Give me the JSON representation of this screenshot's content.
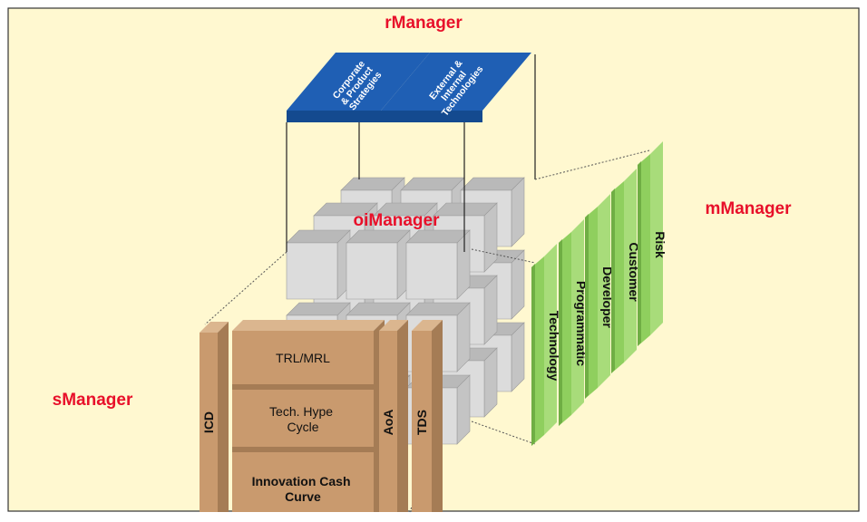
{
  "colors": {
    "background": "#fff8d0",
    "border": "#333333",
    "manager_label": "#e8102a",
    "blue_strip": "#1f5fb4",
    "tan_block": "#c99a6e",
    "green_strip": "#8fcf5e",
    "cube_face": "#d9d9d9"
  },
  "managers": {
    "r": "rManager",
    "oi": "oiManager",
    "m": "mManager",
    "s": "sManager"
  },
  "strategies": [
    [
      "Corporate",
      "& Product",
      "Strategies"
    ],
    [
      "External &",
      "Internal",
      "Technologies"
    ]
  ],
  "s_blocks": {
    "left": "ICD",
    "stack": [
      [
        "TRL/MRL"
      ],
      [
        "Tech. Hype",
        "Cycle"
      ],
      [
        "Innovation Cash",
        "Curve"
      ]
    ],
    "right1": "AoA",
    "right2": "TDS"
  },
  "m_strips": [
    "Technology",
    "Programmatic",
    "Developer",
    "Customer",
    "Risk"
  ]
}
